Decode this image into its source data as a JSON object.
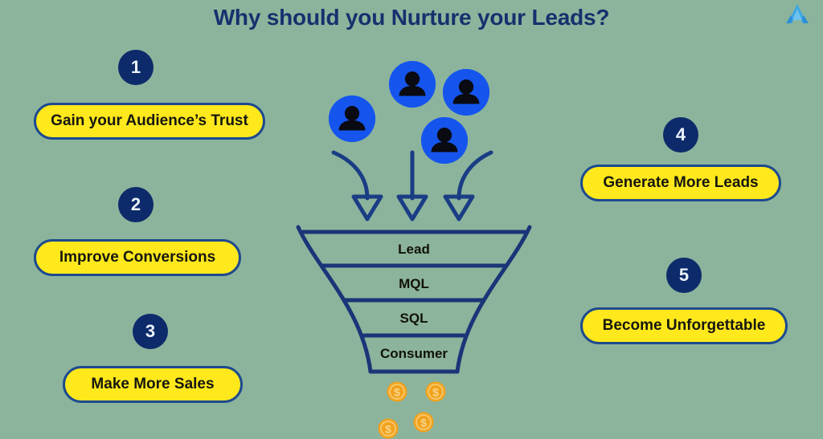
{
  "page": {
    "title": "Why should you Nurture your Leads?",
    "background_color": "#8cb49c",
    "title_color": "#17306e",
    "accent_yellow": "#ffe81c",
    "accent_navy": "#0d2b6b",
    "avatar_blue": "#1555ee",
    "coin_gold": "#f5a623"
  },
  "logo": {
    "name": "brand-logo",
    "color": "#3ba2e0"
  },
  "benefits": [
    {
      "number": "1",
      "label": "Gain your Audience’s Trust"
    },
    {
      "number": "2",
      "label": "Improve Conversions"
    },
    {
      "number": "3",
      "label": "Make More Sales"
    },
    {
      "number": "4",
      "label": "Generate More Leads"
    },
    {
      "number": "5",
      "label": "Become Unforgettable"
    }
  ],
  "funnel": {
    "stages": [
      {
        "label": "Lead"
      },
      {
        "label": "MQL"
      },
      {
        "label": "SQL"
      },
      {
        "label": "Consumer"
      }
    ]
  },
  "people": {
    "count": 4,
    "icon": "person-icon"
  },
  "arrows": {
    "count": 3,
    "icon": "arrow-down-icon"
  },
  "coins": {
    "count": 4,
    "icon": "dollar-coin-icon",
    "symbol": "$"
  }
}
